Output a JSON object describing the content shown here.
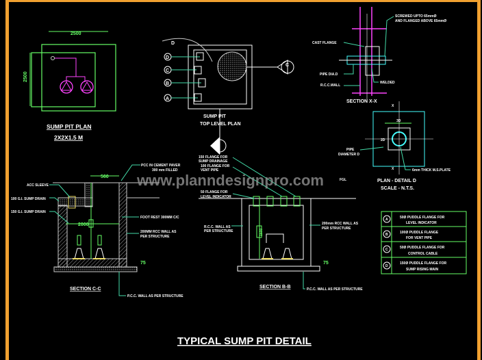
{
  "title": "TYPICAL SUMP PIT DETAIL",
  "watermark": "www.planndesignpro.com",
  "colors": {
    "frame": "#f0a030",
    "wall": "#66ff66",
    "pipe": "#ff44ff",
    "leader": "#44ddaa",
    "text": "#ffffff",
    "background": "#000000"
  },
  "sump_pit_plan": {
    "title": "SUMP PIT PLAN",
    "subtitle": "2X2X1.5 M",
    "dim_width": "2500",
    "dim_height": "2500"
  },
  "top_level_plan": {
    "title_line1": "SUMP PIT",
    "title_line2": "TOP LEVEL PLAN",
    "markers": [
      "D",
      "C",
      "B",
      "A"
    ],
    "arc_label": "D",
    "section_mark_b": "B",
    "section_mark_c": "C"
  },
  "section_xx": {
    "title": "SECTION X-X",
    "note_top_1": "SCREWED UPTO 65mmØ",
    "note_top_2": "AND FLANGED ABOVE 65mmØ",
    "cast_flange": "CAST FLANGE",
    "pipe_dia": "PIPE DIA.D",
    "rcc_wall": "R.C.C.WALL",
    "welded": "WELDED"
  },
  "plan_detail": {
    "title": "PLAN - DETAIL D",
    "scale": "SCALE - N.T.S.",
    "pipe_1": "PIPE",
    "pipe_2": "DIAMETER D",
    "plate": "6mm THICK M.S.PLATE",
    "dim_3d": "3D",
    "dim_2d": "2D",
    "cut": "X"
  },
  "section_cc": {
    "title": "SECTION C-C",
    "dim_opening": "560",
    "dim_inner": "2000",
    "dim_base": "75",
    "labels": [
      "PCC IN CEMENT PAVER",
      "300 mm FILLED",
      "ACC SLEEVE",
      "100 G.I. SUMP DRAIN",
      "150 G.I. SUMP DRAIN",
      "FOOT REST 300MM C/C",
      "200MM RCC WALL AS",
      "PER STRUCTURE",
      "P.C.C. WALL AS PER STRUCTURE"
    ]
  },
  "section_bb": {
    "title": "SECTION B-B",
    "dim_depth": "1500",
    "dim_base": "75",
    "fgl": "FGL",
    "labels": [
      "150 FLANGE FOR",
      "SUMP DRAINAGE",
      "100 FLANGE FOR",
      "VENT PIPE",
      "50 FLANGE FOR",
      "LEVEL INDICATOR",
      "R.C.C. WALL AS",
      "PER STRUCTURE",
      "200mm RCC WALL AS",
      "PER STRUCTURE",
      "P.C.C. WALL AS PER STRUCTURE"
    ]
  },
  "legend": [
    {
      "key": "A",
      "line1": "50Ø PUDDLE FLANGE FOR",
      "line2": "LEVEL INDICATOR"
    },
    {
      "key": "B",
      "line1": "100Ø PUDDLE FLANGE",
      "line2": "FOR VENT PIPE"
    },
    {
      "key": "C",
      "line1": "50Ø PUDDLE FLANGE FOR",
      "line2": "CONTROL CABLE"
    },
    {
      "key": "D",
      "line1": "150Ø PUDDLE FLANGE FOR",
      "line2": "SUMP RISING MAIN"
    }
  ]
}
